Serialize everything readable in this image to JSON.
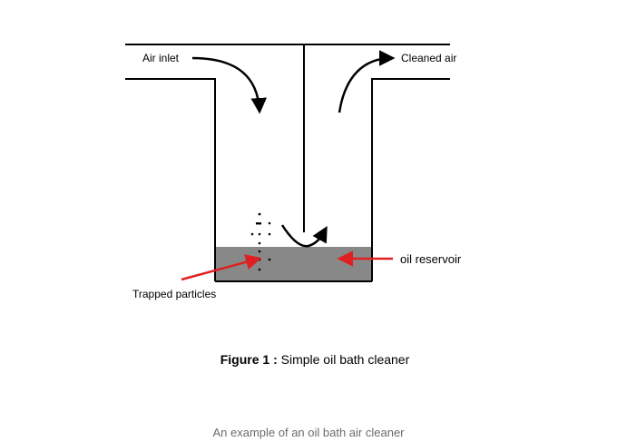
{
  "diagram": {
    "labels": {
      "air_inlet": "Air inlet",
      "cleaned_air": "Cleaned air",
      "oil_reservoir": "oil reservoir",
      "trapped_particles": "Trapped particles"
    },
    "colors": {
      "line": "#000000",
      "oil": "#888888",
      "pointer_arrow": "#e02020"
    }
  },
  "figure": {
    "number": "Figure 1 :",
    "title": " Simple oil bath cleaner"
  },
  "caption": "An example of an oil bath air cleaner"
}
